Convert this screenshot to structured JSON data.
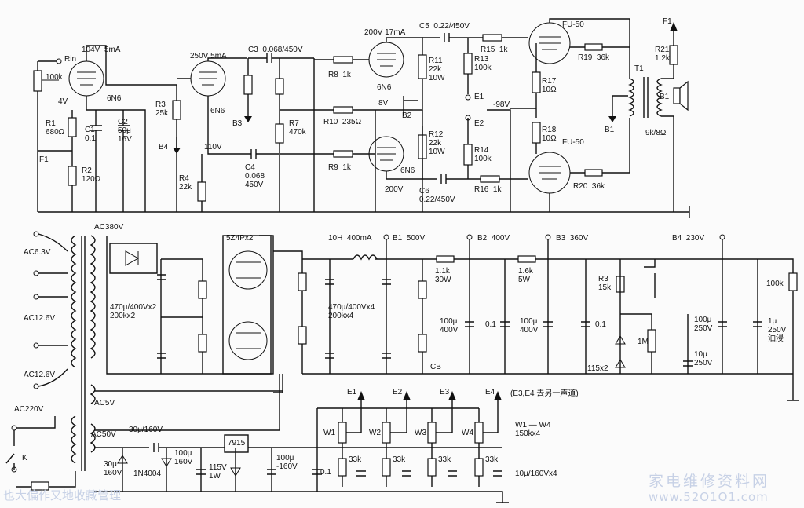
{
  "amp": {
    "rin": "Rin",
    "pot": "100k",
    "v1_op": "104V  5mA",
    "v1_bias": "4V",
    "v1_type": "6N6",
    "r1": "R1\n680Ω",
    "c1": "C1\n0.1",
    "c2": "C2\n50μ\n16V",
    "f1_left": "F1",
    "r2": "R2\n120Ω",
    "r3": "R3\n25k",
    "b4_left": "B4",
    "v2_op": "250V 5mA",
    "v2_type": "6N6",
    "b3_left": "B3",
    "v110": "110V",
    "r4": "R4\n22k",
    "c3": "C3  0.068/450V",
    "c4": "C4\n0.068\n450V",
    "r7": "R7\n470k",
    "r8": "R8  1k",
    "r9": "R9  1k",
    "r10": "R10  235Ω",
    "v3_op": "200V 17mA",
    "v3_type": "6N6",
    "v8": "8V",
    "b2_left": "B2",
    "v4_type": "6N6",
    "v200": "200V",
    "c5": "C5  0.22/450V",
    "c6": "C6\n0.22/450V",
    "r11": "R11\n22k\n10W",
    "r12": "R12\n22k\n10W",
    "r13": "R13\n100k",
    "r14": "R14\n100k",
    "e1": "E1",
    "e2": "E2",
    "neg98": "-98V",
    "r15": "R15  1k",
    "r16": "R16  1k",
    "r17": "R17\n10Ω",
    "r18": "R18\n10Ω",
    "fu50_top": "FU-50",
    "fu50_bot": "FU-50",
    "r19": "R19  36k",
    "r20": "R20  36k",
    "t1": "T1",
    "b1_left": "B1",
    "r21": "R21\n1.2k",
    "f1_right": "F1",
    "b1_spk": "B1",
    "imp": "9k/8Ω"
  },
  "psu": {
    "ac380": "AC380V",
    "ac63": "AC6.3V",
    "ac126a": "AC12.6V",
    "ac126b": "AC12.6V",
    "ac220": "AC220V",
    "k": "K",
    "ac5": "AC5V",
    "ac50": "AC50V",
    "cap1": "470μ/400Vx2\n200kx2",
    "rect": "5Z4Px2",
    "choke": "10H  400mA",
    "b1": "B1  500V",
    "b2": "B2  400V",
    "b3": "B3  360V",
    "b4": "B4  230V",
    "cap2": "470μ/400Vx4\n200kx4",
    "r11k": "1.1k\n30W",
    "c100a": "100μ\n400V",
    "c01a": "0.1",
    "r16k": "1.6k\n5W",
    "c100b": "100μ\n400V",
    "c01b": "0.1",
    "r3": "R3\n15k",
    "zener": "115x2",
    "r1m": "1M",
    "c100c": "100μ\n250V",
    "c10": "10μ\n250V",
    "r100k": "100k",
    "c1oil": "1μ\n250V\n油浸",
    "cb": "CB",
    "c30_160": "30μ/160V",
    "c30": "30μ\n160V",
    "d": "1N4004",
    "c100_160": "100μ\n160V",
    "reg": "7915",
    "zen115": "115V\n1W",
    "c100n": "100μ\n-160V",
    "c01c": "0.1",
    "e1": "E1",
    "e2": "E2",
    "e3": "E3",
    "e4": "E4",
    "note": "(E3,E4 去另一声道)",
    "w1": "W1",
    "w2": "W2",
    "w3": "W3",
    "w4": "W4",
    "r33a": "33k",
    "r33b": "33k",
    "r33c": "33k",
    "r33d": "33k",
    "wspec": "W1 — W4\n150kx4",
    "cspec": "10μ/160Vx4"
  },
  "watermark": {
    "site_cn": "家电维修资料网",
    "site_url": "www.52O1O1.com",
    "left": "也大偏作又地收藏管理"
  }
}
